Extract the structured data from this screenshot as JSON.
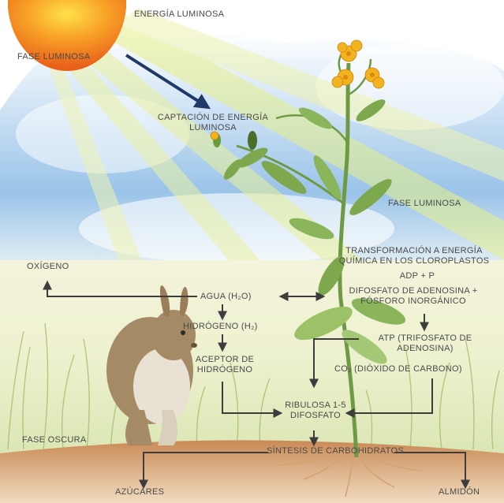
{
  "labels": {
    "energia_luminosa": "ENERGÍA LUMINOSA",
    "fase_luminosa_top": "FASE LUMINOSA",
    "captacion": "CAPTACIÓN DE ENERGÍA LUMINOSA",
    "fase_luminosa_right": "FASE LUMINOSA",
    "transformacion": "TRANSFORMACIÓN A ENERGÍA QUÍMICA EN LOS CLOROPLASTOS",
    "adp_p": "ADP + P",
    "oxigeno": "OXÍGENO",
    "agua": "AGUA (H₂O)",
    "difosfato": "DIFOSFATO DE ADENOSINA + FÓSFORO INORGÁNICO",
    "hidrogeno": "HIDRÓGENO (H₂)",
    "atp": "ATP (TRIFOSFATO DE ADENOSINA)",
    "aceptor": "ACEPTOR DE HIDRÓGENO",
    "co2": "CO₂ (DIÓXIDO DE CARBONO)",
    "ribulosa": "RIBULOSA 1-5 DIFOSFATO",
    "fase_oscura": "FASE OSCURA",
    "sintesis": "SÍNTESIS DE CARBOHIDRATOS",
    "azucares": "AZÚCARES",
    "almidon": "ALMIDÓN"
  },
  "colors": {
    "sun": "#f07a1a",
    "sun_core": "#ffd23a",
    "light_beam": "#e9f0a0",
    "sky": "#8fbde6",
    "flow_arrow": "#3d3d3d",
    "capture_arrow": "#1f3a66",
    "soil": "#c98a56",
    "grass": "#b7c97a",
    "petal": "#f3b21f"
  },
  "icons": [
    "sun-icon",
    "plant-icon",
    "rabbit-icon"
  ]
}
